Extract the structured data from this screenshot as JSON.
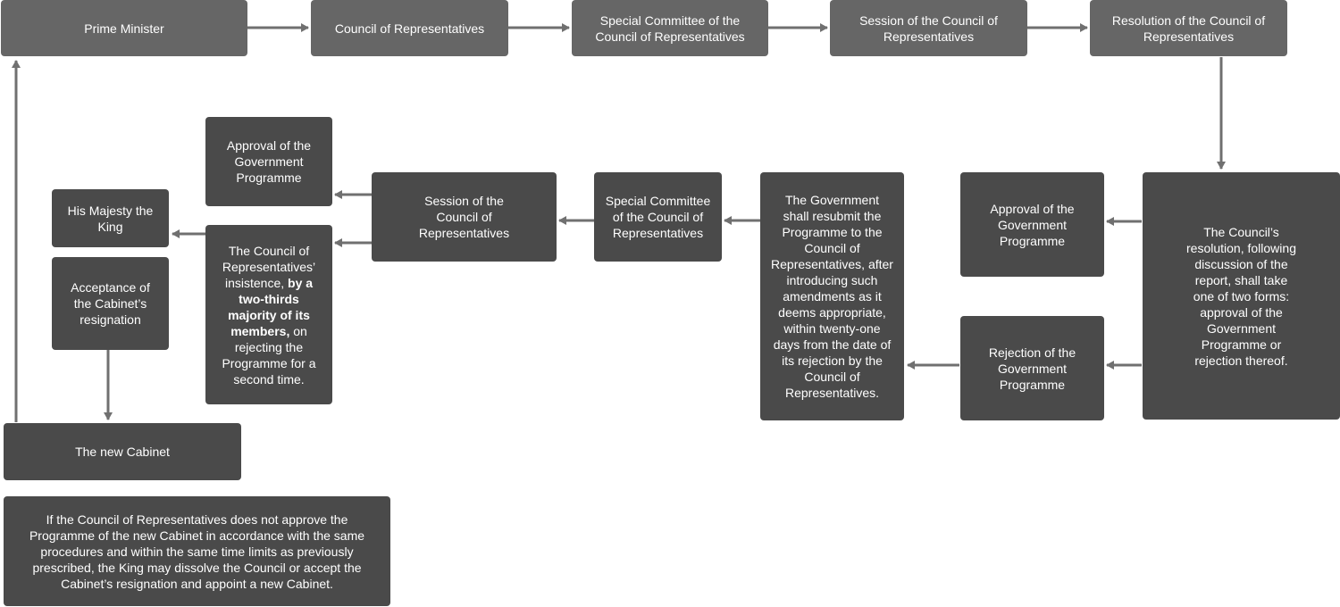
{
  "boxes": {
    "prime_minister": "Prime Minister",
    "council_top": "Council of Representatives",
    "special_committee_top": "Special Committee of the Council of Representatives",
    "session_top": "Session of the Council of Representatives",
    "resolution": "Resolution of the Council of Representatives",
    "council_resolution_forms": "The Council’s resolution, following discussion of the report, shall take one of two forms: approval of the Government Programme or rejection thereof.",
    "approval_right": "Approval of the Government Programme",
    "rejection_right": "Rejection of the Government Programme",
    "resubmit": "The Government shall resubmit the Programme to the Council of Representatives, after introducing such amendments as it deems appropriate, within twenty-one days from the date of its rejection by the Council of Representatives.",
    "special_committee_mid": "Special Committee of the Council of Representatives",
    "session_mid": "Session of the Council of Representatives",
    "approval_left": "Approval of the Government Programme",
    "insistence_pre": "The Council of Representatives’ insistence,",
    "insistence_bold": "by a two-thirds majority of its members,",
    "insistence_post": "on rejecting the Programme for a second time.",
    "his_majesty": "His Majesty the King",
    "acceptance": "Acceptance of the Cabinet’s resignation",
    "new_cabinet": "The new Cabinet",
    "footnote": "If the Council of Representatives does not approve the Programme of the new Cabinet in accordance with the same procedures and within the same time limits as previously prescribed, the King may dissolve the Council or accept the Cabinet’s resignation and appoint a new Cabinet."
  },
  "colors": {
    "box_light": "#666666",
    "box_dark": "#4a4a4a",
    "arrow": "#707070",
    "text": "#ffffff"
  }
}
